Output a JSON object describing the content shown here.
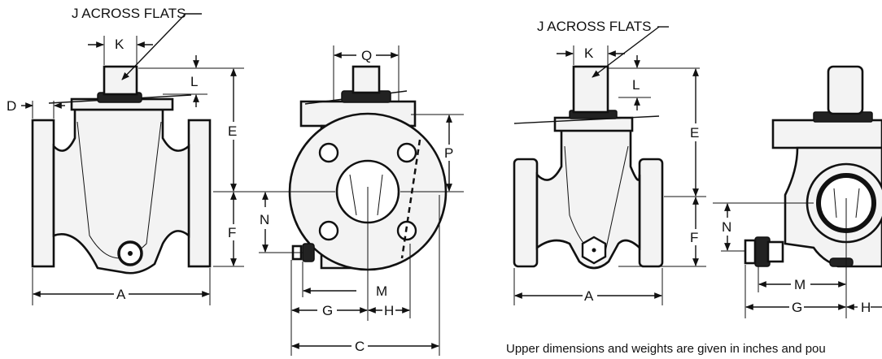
{
  "labels": {
    "j_across_flats_left": "J ACROSS FLATS",
    "j_across_flats_right": "J ACROSS FLATS",
    "k_left": "K",
    "l_left": "L",
    "d": "D",
    "e_left": "E",
    "f_left": "F",
    "a_left": "A",
    "q": "Q",
    "p": "P",
    "n_mid": "N",
    "m_mid": "M",
    "g_mid": "G",
    "h_mid": "H",
    "c": "C",
    "k_right": "K",
    "l_right": "L",
    "e_right": "E",
    "f_right": "F",
    "a_right": "A",
    "n_right": "N",
    "m_right": "M",
    "g_right": "G",
    "h_right": "H"
  },
  "note": "Upper dimensions and weights are given in inches and pou"
}
